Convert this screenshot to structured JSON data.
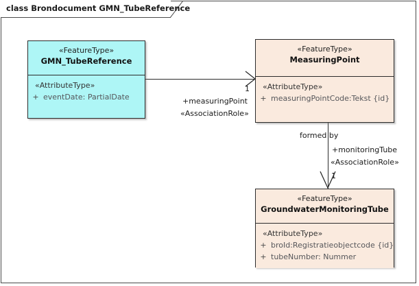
{
  "diagram": {
    "title": "class Brondocument GMN_TubeReference",
    "colors": {
      "featuretype_cyan": "#aef6f6",
      "featuretype_peach": "#faeade",
      "border": "#2b2b2b",
      "background": "#ffffff"
    }
  },
  "classes": [
    {
      "id": "gmn-tube-reference",
      "stereotype": "«FeatureType»",
      "name": "GMN_TubeReference",
      "attr_stereotype": "«AttributeType»",
      "attributes": [
        {
          "visibility": "+",
          "text": "eventDate: PartialDate"
        }
      ]
    },
    {
      "id": "measuring-point",
      "stereotype": "«FeatureType»",
      "name": "MeasuringPoint",
      "attr_stereotype": "«AttributeType»",
      "attributes": [
        {
          "visibility": "+",
          "text": "measuringPointCode:Tekst {id}"
        }
      ]
    },
    {
      "id": "groundwater-monitoring-tube",
      "stereotype": "«FeatureType»",
      "name": "GroundwaterMonitoringTube",
      "attr_stereotype": "«AttributeType»",
      "attributes": [
        {
          "visibility": "+",
          "text": "broId:Registratieobjectcode {id}"
        },
        {
          "visibility": "+",
          "text": "tubeNumber: Nummer"
        }
      ]
    }
  ],
  "associations": [
    {
      "id": "tubereference-to-measuringpoint",
      "source": "GMN_TubeReference",
      "target": "MeasuringPoint",
      "multiplicity": "1",
      "role": "+measuringPoint",
      "role_stereotype": "«AssociationRole»"
    },
    {
      "id": "measuringpoint-to-monitoringtube",
      "source": "MeasuringPoint",
      "target": "GroundwaterMonitoringTube",
      "name": "formed by",
      "multiplicity": "1",
      "role": "+monitoringTube",
      "role_stereotype": "«AssociationRole»"
    }
  ]
}
